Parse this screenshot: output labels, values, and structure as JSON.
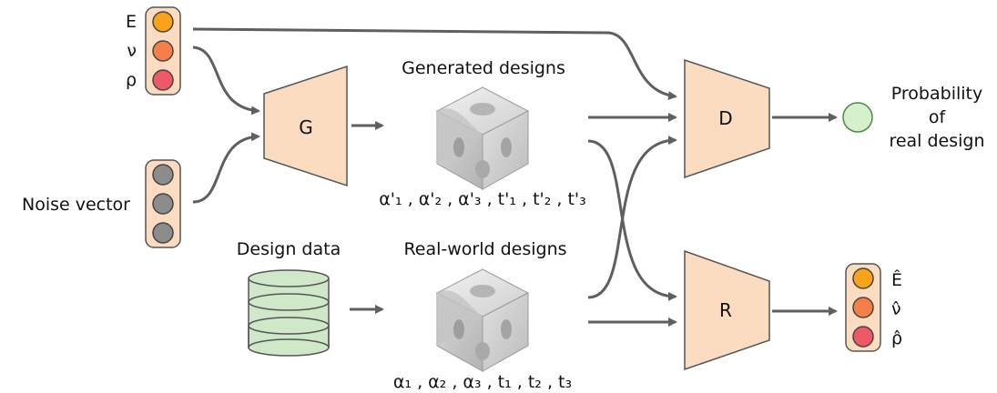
{
  "inputs": {
    "properties": [
      "E",
      "ν",
      "ρ"
    ],
    "noise_label": "Noise vector"
  },
  "networks": {
    "generator": "G",
    "discriminator": "D",
    "regressor": "R"
  },
  "generated": {
    "title": "Generated designs",
    "params": "α'₁ , α'₂ , α'₃ , t'₁ , t'₂ , t'₃"
  },
  "real": {
    "data_label": "Design data",
    "title": "Real-world designs",
    "params": "α₁ , α₂ , α₃ , t₁ , t₂ , t₃"
  },
  "output": {
    "probability": [
      "Probability",
      "of",
      "real design"
    ],
    "predicted": [
      "Ê",
      "ν̂",
      "ρ̂"
    ]
  },
  "colors": {
    "prop1": "#f9a31a",
    "prop2": "#f47f4a",
    "prop3": "#ef5867",
    "noise": "#8c8c8c",
    "probability": "#d6efcd",
    "network": "#fbdcc0"
  }
}
